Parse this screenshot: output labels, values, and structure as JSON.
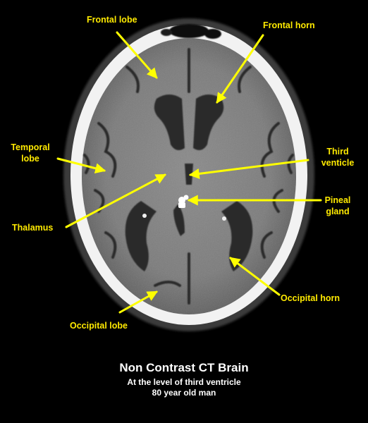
{
  "labels": {
    "frontal_lobe": "Frontal lobe",
    "frontal_horn": "Frontal horn",
    "temporal_lobe_1": "Temporal",
    "temporal_lobe_2": "lobe",
    "third_ventricle_1": "Third",
    "third_ventricle_2": "venticle",
    "pineal_gland_1": "Pineal",
    "pineal_gland_2": "gland",
    "thalamus": "Thalamus",
    "occipital_horn": "Occipital horn",
    "occipital_lobe": "Occipital lobe"
  },
  "caption": {
    "title": "Non Contrast CT Brain",
    "line1": "At the level of third ventricle",
    "line2": "80 year old man"
  },
  "colors": {
    "background": "#000000",
    "label": "#ffea00",
    "arrow": "#ffff00",
    "caption": "#ffffff"
  }
}
